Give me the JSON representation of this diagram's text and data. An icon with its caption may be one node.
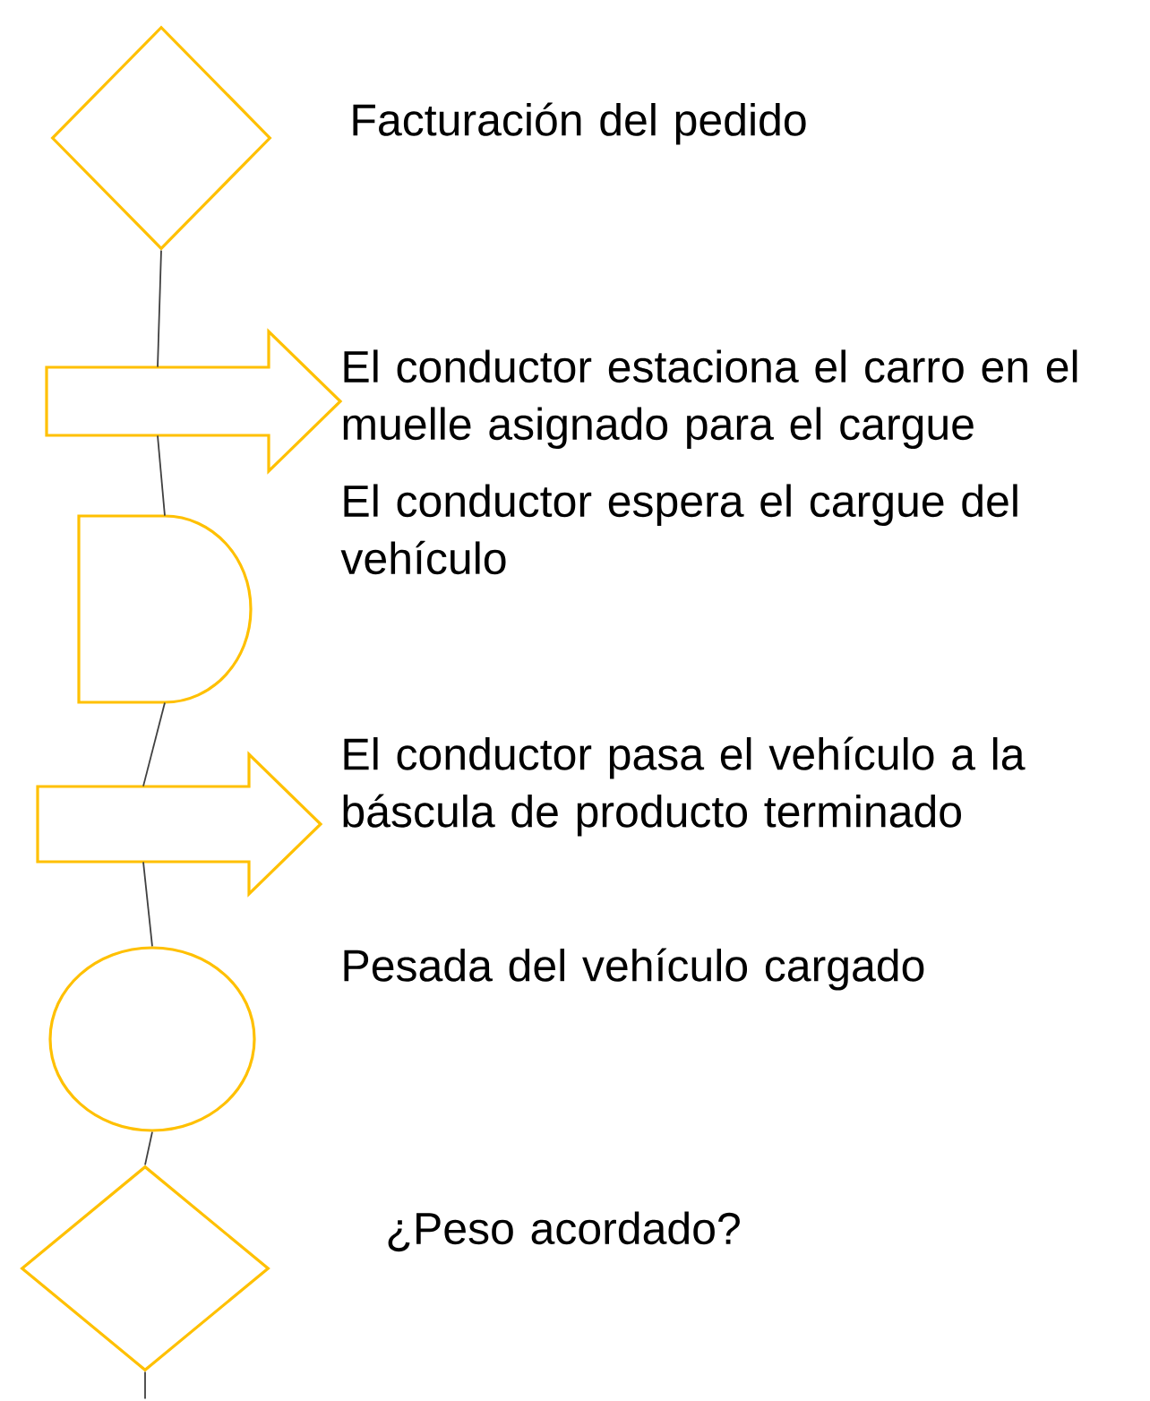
{
  "diagram": {
    "nodes": [
      {
        "text": [],
        "shape": "diamond",
        "beside": [
          "Facturación del pedido"
        ]
      },
      {
        "text": [],
        "shape": "arrow",
        "beside": [
          "El conductor estaciona el carro en el muelle asignado para el cargue"
        ]
      },
      {
        "text": [],
        "shape": "delay"
      },
      {
        "text": [],
        "shape": "arrow",
        "beside": [
          "El conductor pasa el vehículo a la báscula de producto terminado"
        ]
      },
      {
        "text": [],
        "shape": "circle",
        "beside": [
          "Pesada del vehículo cargado"
        ]
      },
      {
        "text": [],
        "shape": "diamond",
        "beside": [
          "¿Peso acordado?"
        ]
      }
    ],
    "edges": [
      {
        "from": 0,
        "to": 1,
        "arrow": "none"
      },
      {
        "from": 1,
        "to": 2,
        "arrow": "none"
      },
      {
        "from": 2,
        "to": 3,
        "arrow": "none"
      },
      {
        "from": 3,
        "to": 4,
        "arrow": "none"
      },
      {
        "from": 4,
        "to": 5,
        "arrow": "none"
      },
      {
        "from": 5,
        "to": null,
        "arrow": "none"
      }
    ],
    "labels": [
      "El conductor espera el cargue del vehículo"
    ]
  }
}
